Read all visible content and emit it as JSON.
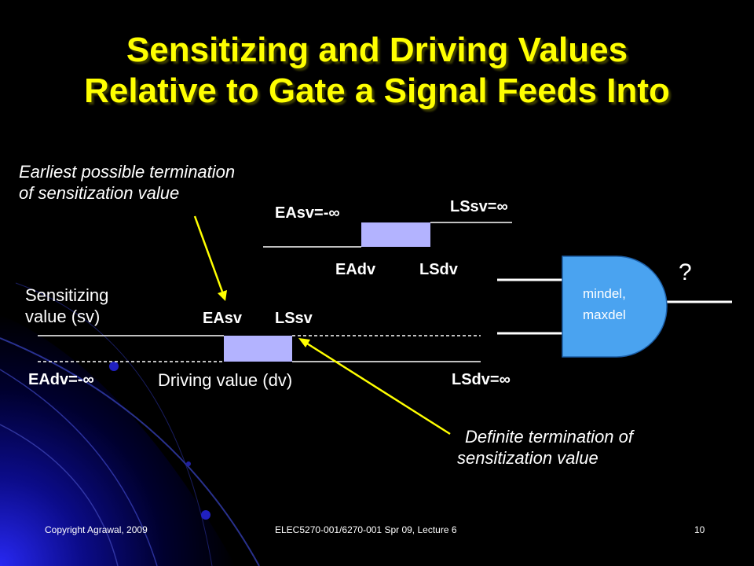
{
  "title_line1": "Sensitizing and Driving Values",
  "title_line2": "Relative to Gate a Signal Feeds Into",
  "annotations": {
    "earliest_line1": "Earliest possible termination",
    "earliest_line2": "of sensitization value",
    "definite_line1": "Definite termination of",
    "definite_line2": "sensitization value"
  },
  "top_waveform": {
    "easv": "EAsv=-∞",
    "lssv": "LSsv=∞",
    "eadv": "EAdv",
    "lsdv": "LSdv"
  },
  "bottom_waveform": {
    "sv_line1": "Sensitizing",
    "sv_line2": "value (sv)",
    "easv": "EAsv",
    "lssv": "LSsv",
    "eadv": "EAdv=-∞",
    "dv_label": "Driving value (dv)",
    "lsdv": "LSdv=∞"
  },
  "gate": {
    "line1": "mindel,",
    "line2": "maxdel",
    "output_unknown": "?"
  },
  "colors": {
    "title": "#ffff00",
    "pulse_fill": "#b3b3ff",
    "gate_fill": "#4aa3f0",
    "arrow": "#ffff00"
  },
  "footer": {
    "left": "Copyright Agrawal, 2009",
    "center": "ELEC5270-001/6270-001  Spr 09, Lecture 6",
    "page": "10"
  }
}
